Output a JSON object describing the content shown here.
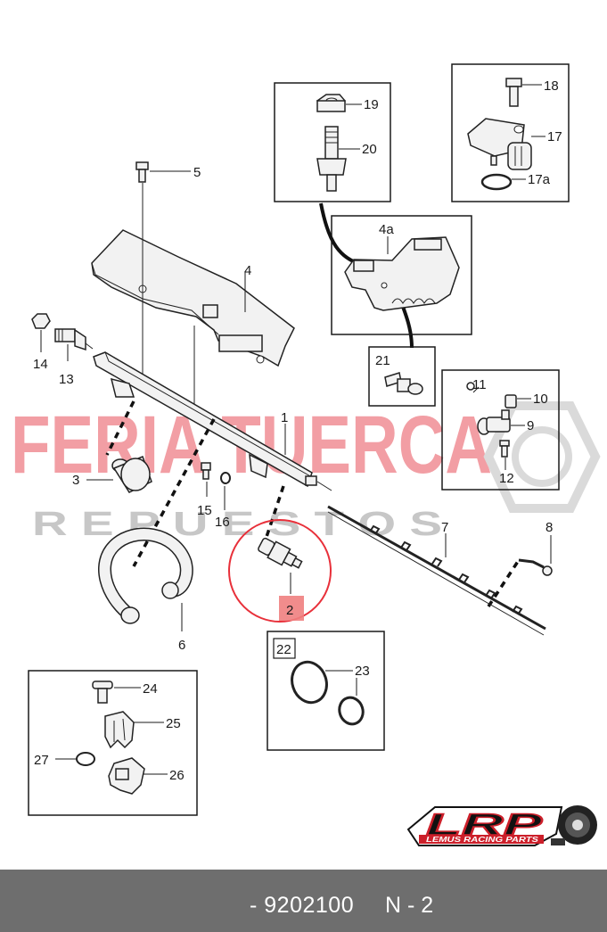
{
  "watermark": {
    "brand_line1": "FERIA TUERCA",
    "brand_line2": "R E P U E S T O S",
    "red": "#e8505b",
    "gray": "#9a9a9a"
  },
  "labels": {
    "p1": "1",
    "p2": "2",
    "p3": "3",
    "p4": "4",
    "p4a": "4a",
    "p5": "5",
    "p6": "6",
    "p7": "7",
    "p8": "8",
    "p9": "9",
    "p10": "10",
    "p11": "11",
    "p12": "12",
    "p13": "13",
    "p14": "14",
    "p15": "15",
    "p16": "16",
    "p17": "17",
    "p17a": "17a",
    "p18": "18",
    "p19": "19",
    "p20": "20",
    "p21": "21",
    "p22": "22",
    "p23": "23",
    "p24": "24",
    "p25": "25",
    "p26": "26",
    "p27": "27"
  },
  "highlight": {
    "part": "2",
    "circle_color": "#e8303a",
    "tag_color": "#f08080"
  },
  "logo": {
    "brand": "LRP",
    "tagline": "LEMUS RACING PARTS",
    "color": "#cc1f2a"
  },
  "footer": {
    "part_number": "- 9202100",
    "page_code": "N - 2",
    "background": "#6e6e6e"
  }
}
